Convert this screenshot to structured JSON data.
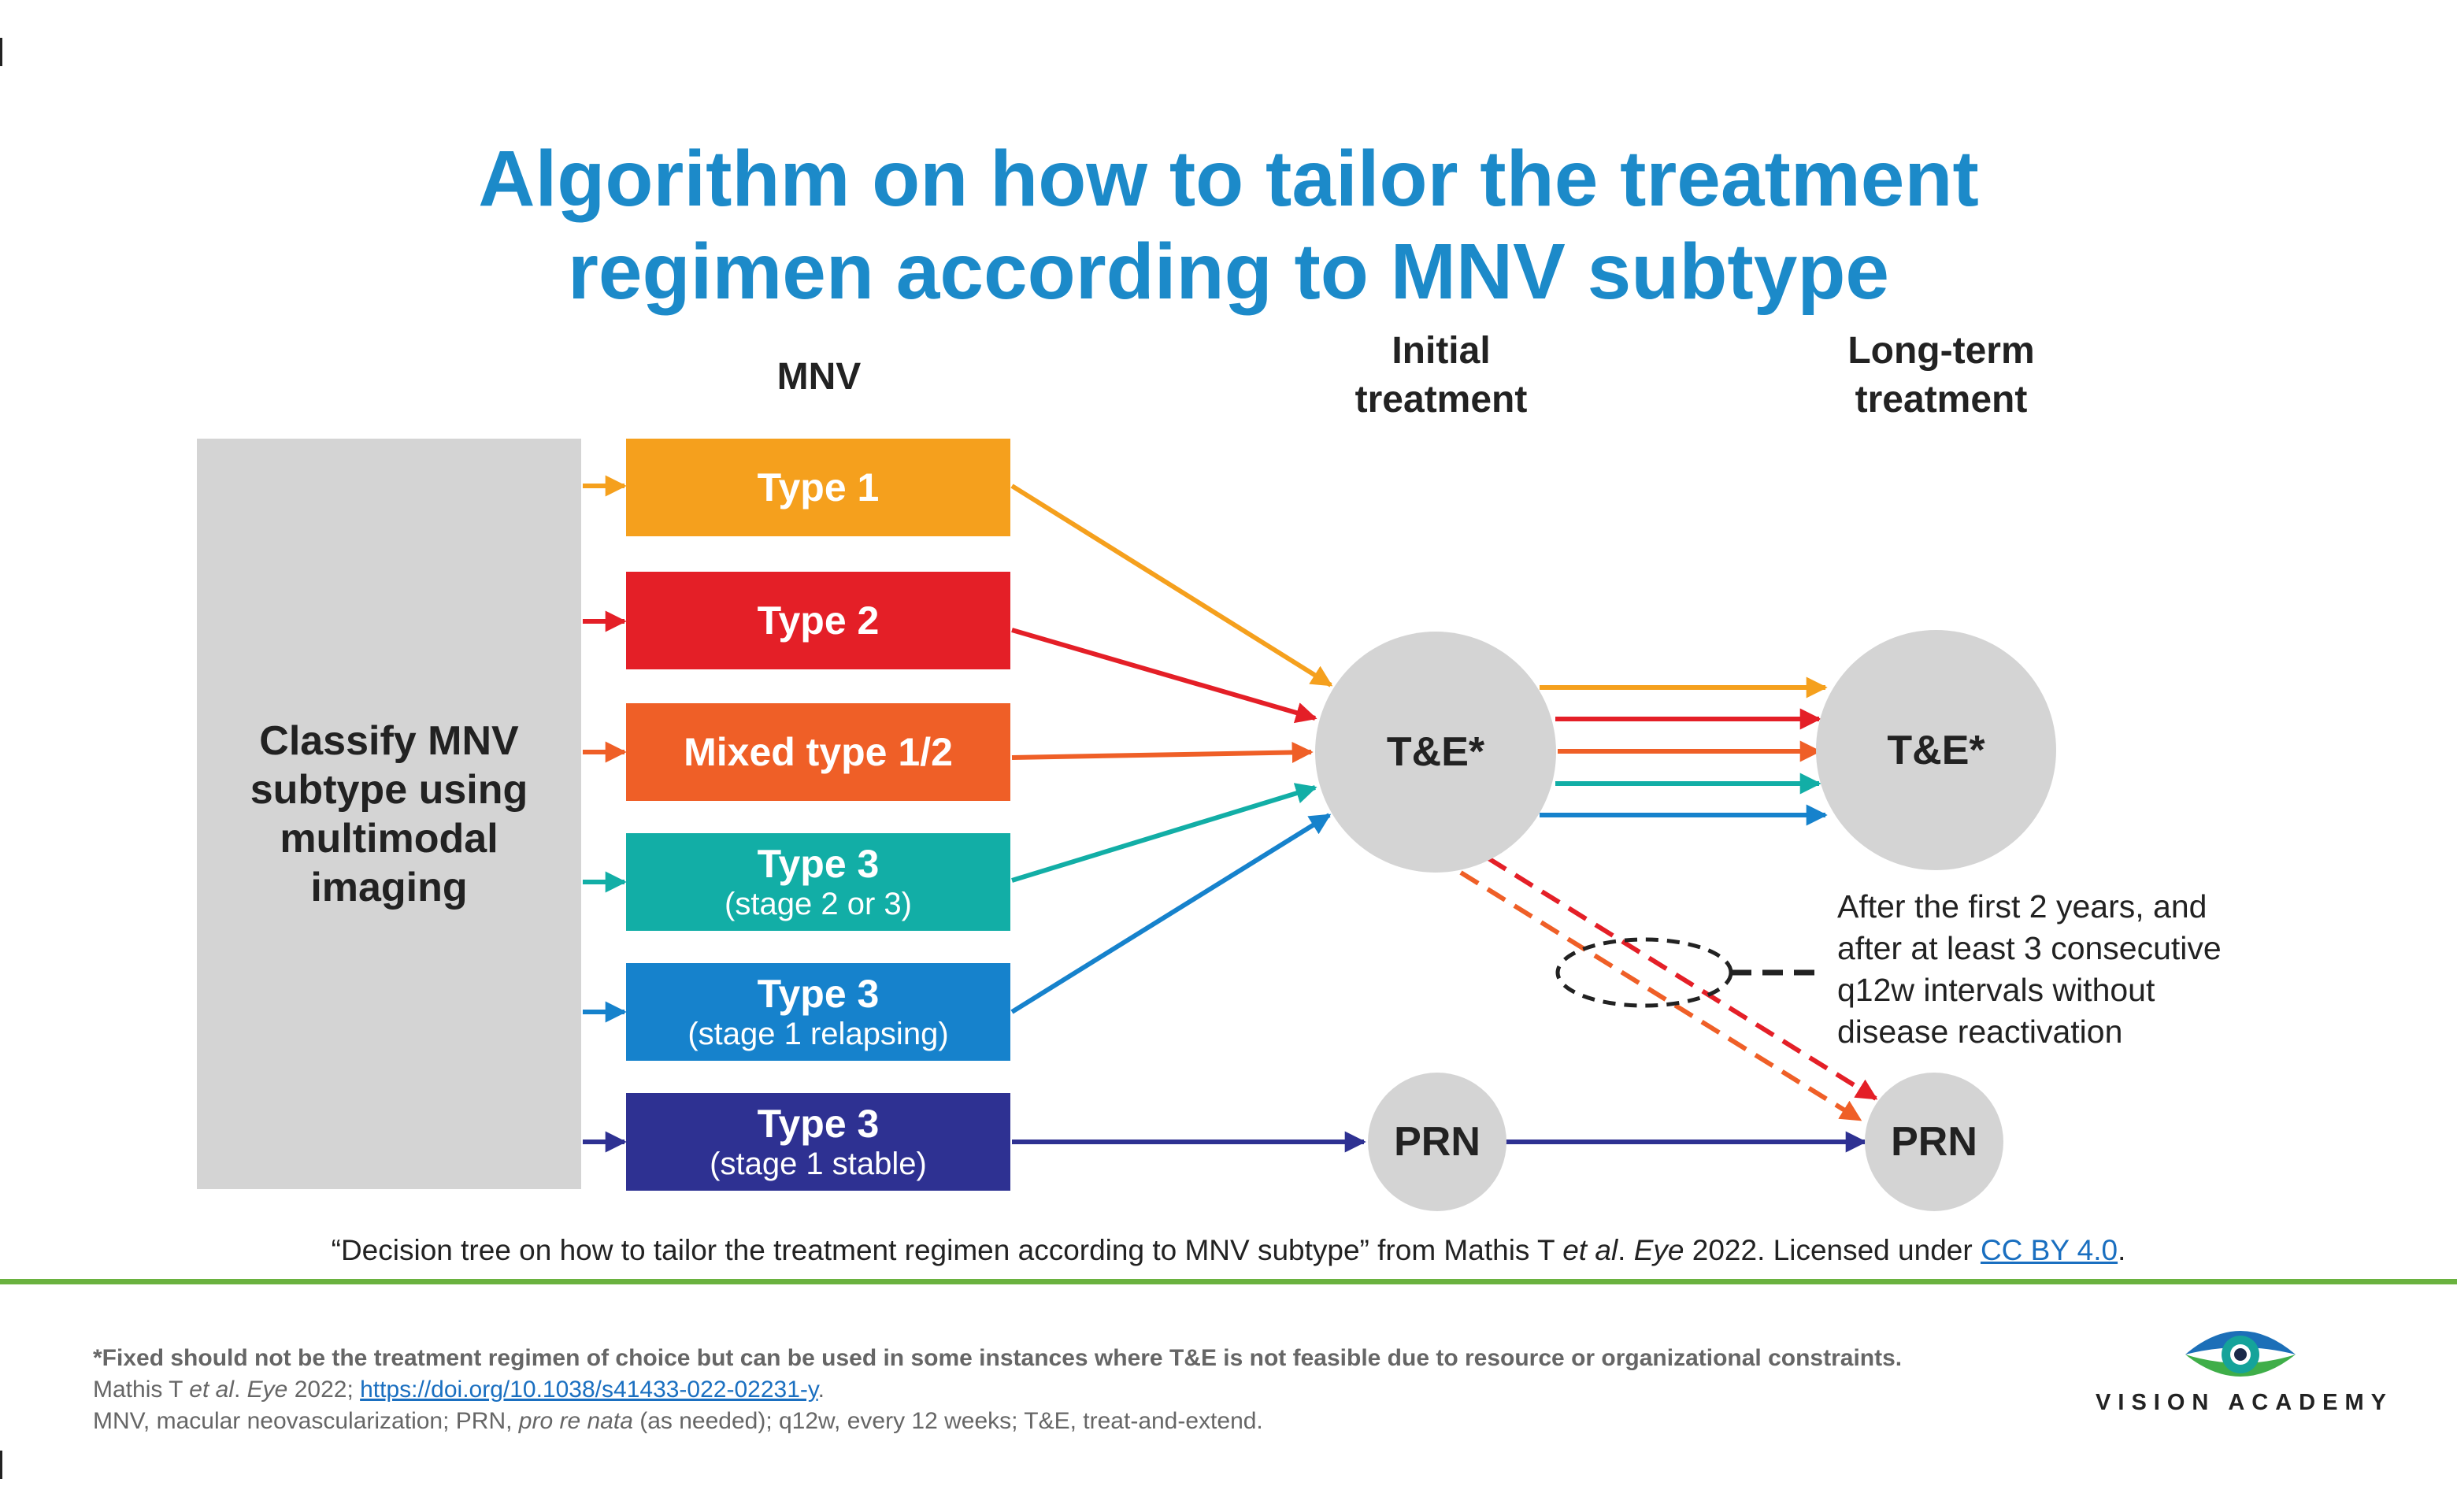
{
  "title_line1": "Algorithm on how to tailor the treatment",
  "title_line2": "regimen according to MNV subtype",
  "headers": {
    "mnv": "MNV",
    "initial_line1": "Initial",
    "initial_line2": "treatment",
    "longterm_line1": "Long-term",
    "longterm_line2": "treatment"
  },
  "classify": {
    "line1": "Classify MNV",
    "line2": "subtype using",
    "line3": "multimodal",
    "line4": "imaging"
  },
  "mnv_types": [
    {
      "label": "Type 1",
      "sub": "",
      "color": "#f5a01d"
    },
    {
      "label": "Type 2",
      "sub": "",
      "color": "#e41f27"
    },
    {
      "label": "Mixed type 1/2",
      "sub": "",
      "color": "#ef5f27"
    },
    {
      "label": "Type 3",
      "sub": "(stage 2 or 3)",
      "color": "#12aea6"
    },
    {
      "label": "Type 3",
      "sub": "(stage 1 relapsing)",
      "color": "#1682cc"
    },
    {
      "label": "Type 3",
      "sub": "(stage 1 stable)",
      "color": "#2e3192"
    }
  ],
  "nodes": {
    "initial_te": "T&E*",
    "longterm_te": "T&E*",
    "initial_prn": "PRN",
    "longterm_prn": "PRN"
  },
  "note": {
    "line1": "After the first 2 years, and",
    "line2": "after at least 3 consecutive",
    "line3": "q12w intervals without",
    "line4": "disease reactivation"
  },
  "caption": {
    "prefix": "“Decision tree on how to tailor the treatment regimen according to MNV subtype” from Mathis T ",
    "etal": "et al",
    "mid": ". ",
    "journal": "Eye",
    "suffix": " 2022. Licensed under ",
    "license": "CC BY 4.0",
    "end": "."
  },
  "footnote": "*Fixed should not be the treatment regimen of choice but can be used in some instances where T&E is not feasible due to resource or organizational constraints.",
  "reference": {
    "prefix": "Mathis T ",
    "etal": "et al",
    "mid": ". ",
    "journal": "Eye",
    "year": " 2022; ",
    "doi": "https://doi.org/10.1038/s41433-022-02231-y",
    "end": "."
  },
  "abbrev": {
    "part1": "MNV, macular neovascularization; PRN, ",
    "italic": "pro re nata",
    "part2": " (as needed); q12w, every 12 weeks; T&E, treat-and-extend."
  },
  "logo": {
    "text": "VISION ACADEMY",
    "colors": {
      "blue": "#1c6fb8",
      "green": "#3fae49",
      "teal": "#15a39a"
    }
  },
  "colors": {
    "title": "#1c8ac9",
    "node": "#d4d4d4",
    "rule": "#6ab23f",
    "link": "#1a6fc0"
  }
}
